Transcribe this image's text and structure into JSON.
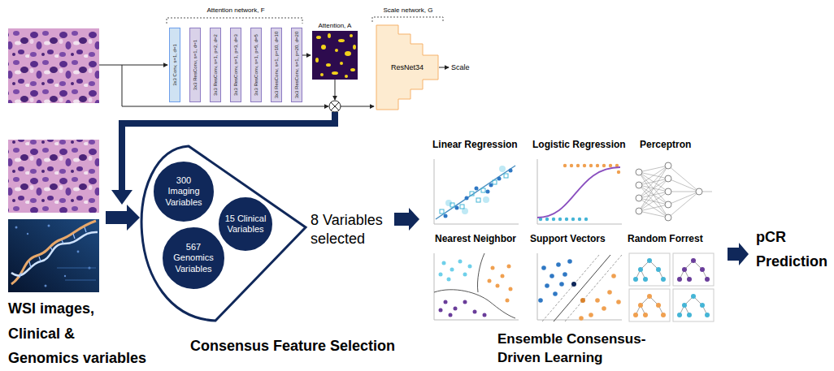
{
  "diagram": {
    "nodes": [
      {
        "text": [
          "3x3 Conv, s=1, d=1"
        ]
      },
      {
        "text": [
          "3x3 ResConv, s=1, d=1"
        ]
      },
      {
        "text": [
          "3x3 ResConv, s=1, p=2, d=2"
        ]
      },
      {
        "text": [
          "3x3 ResConv, s=1, p=3, d=3"
        ]
      },
      {
        "text": [
          "3x3 ResConv, s=1, p=5, d=5"
        ]
      },
      {
        "text": [
          "3x3 ResConv, s=1, p=10, d=10"
        ]
      },
      {
        "text": [
          "3x3 ResConv, s=1, p=20, d=20"
        ]
      },
      {
        "text": [
          "ResNet34"
        ]
      },
      {
        "text": [
          "300 Imaging Variables"
        ]
      },
      {
        "text": [
          "15 Clinical Variables"
        ]
      },
      {
        "text": [
          "567 Genomics Variables"
        ]
      }
    ],
    "labels": [
      "Attention network, F",
      "Attention, A",
      "Scale network, G",
      "Scale",
      "WSI images,",
      "Clinical &",
      "Genomics variables",
      "8 Variables selected",
      "Consensus Feature Selection",
      "Linear Regression",
      "Logistic Regression",
      "Perceptron",
      "Nearest Neighbor",
      "Support Vectors",
      "Random Forrest",
      "pCR",
      "Prediction",
      "Ensemble Consensus-Driven Learning"
    ]
  }
}
